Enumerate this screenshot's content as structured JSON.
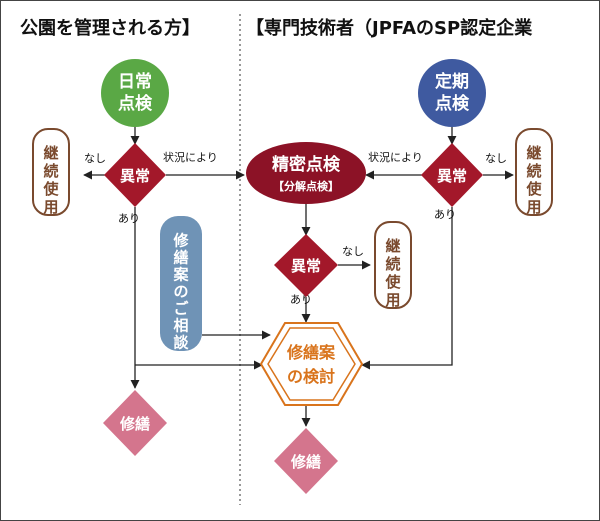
{
  "headers": {
    "left": "公園を管理される方】",
    "right": "【専門技術者（JPFAのSP認定企業"
  },
  "nodes": {
    "daily_check": [
      "日常",
      "点検"
    ],
    "periodic_check": [
      "定期",
      "点検"
    ],
    "detailed_check": {
      "title": "精密点検",
      "sub": "【分解点検】"
    },
    "abnormal": "異常",
    "continue_use": "継続使用",
    "consult": "修繕案のご相談",
    "review": [
      "修繕案",
      "の検討"
    ],
    "repair": "修繕"
  },
  "edge_labels": {
    "none": "なし",
    "yes": "あり",
    "depending": "状況により"
  },
  "colors": {
    "green": "#5aa845",
    "blue": "#3f5aa0",
    "crimson": "#a3182a",
    "darkred": "#8c1226",
    "brown": "#7a4a2e",
    "slate": "#6f93b6",
    "orange": "#d9741c",
    "pink": "#d4758d"
  }
}
